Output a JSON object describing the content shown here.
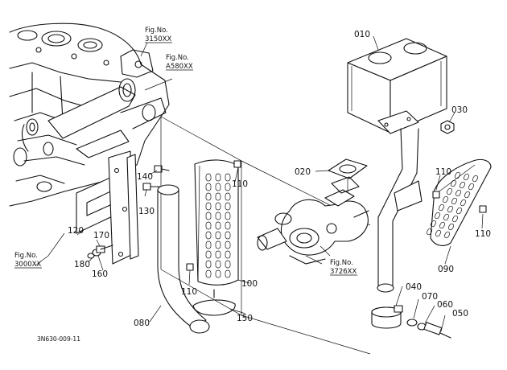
{
  "diagram": {
    "drawing_code": "3N630-009-11",
    "figure_refs": {
      "f3150": {
        "line1": "Fig.No.",
        "line2": "3150XX"
      },
      "fA580": {
        "line1": "Fig.No.",
        "line2": "A580XX"
      },
      "f3000": {
        "line1": "Fig.No.",
        "line2": "3000XX"
      },
      "f3726": {
        "line1": "Fig.No.",
        "line2": "3726XX"
      }
    },
    "parts": {
      "p010": "010",
      "p020": "020",
      "p030": "030",
      "p040": "040",
      "p050": "050",
      "p060": "060",
      "p070": "070",
      "p080": "080",
      "p090": "090",
      "p100": "100",
      "p110a": "110",
      "p110b": "110",
      "p110c": "110",
      "p110d": "110",
      "p120": "120",
      "p130": "130",
      "p140": "140",
      "p150": "150",
      "p160": "160",
      "p170": "170",
      "p180": "180"
    }
  }
}
